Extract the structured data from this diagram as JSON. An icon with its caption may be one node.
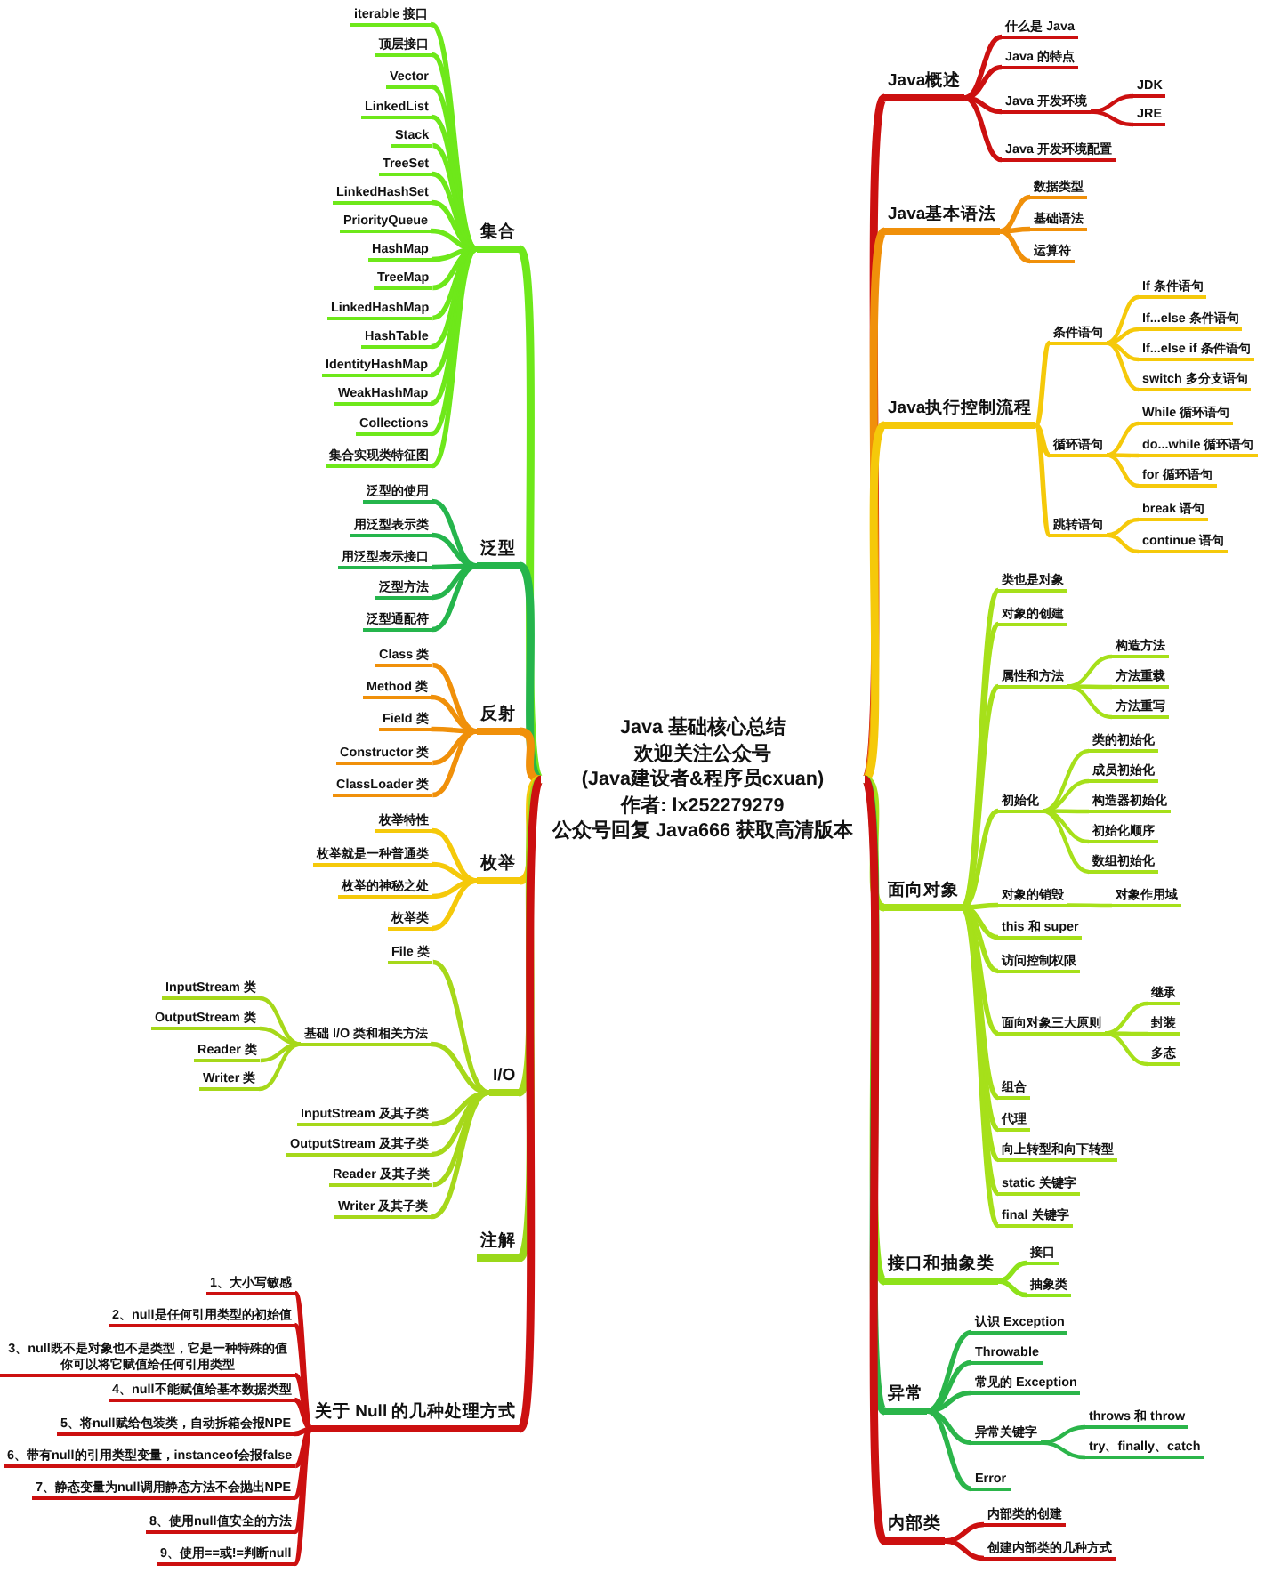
{
  "diagram": {
    "nodes": [
      {
        "text": [
          "Java 基础核心总结",
          "欢迎关注公众号",
          "(Java建设者&程序员cxuan)",
          "作者: lx252279279",
          "公众号回复 Java666 获取高清版本"
        ]
      },
      {
        "text": [
          "Java概述"
        ]
      },
      {
        "text": [
          "什么是 Java"
        ]
      },
      {
        "text": [
          "Java 的特点"
        ]
      },
      {
        "text": [
          "Java 开发环境"
        ]
      },
      {
        "text": [
          "JDK"
        ]
      },
      {
        "text": [
          "JRE"
        ]
      },
      {
        "text": [
          "Java 开发环境配置"
        ]
      },
      {
        "text": [
          "Java基本语法"
        ]
      },
      {
        "text": [
          "数据类型"
        ]
      },
      {
        "text": [
          "基础语法"
        ]
      },
      {
        "text": [
          "运算符"
        ]
      },
      {
        "text": [
          "Java执行控制流程"
        ]
      },
      {
        "text": [
          "条件语句"
        ]
      },
      {
        "text": [
          "If 条件语句"
        ]
      },
      {
        "text": [
          "If...else 条件语句"
        ]
      },
      {
        "text": [
          "If...else if 条件语句"
        ]
      },
      {
        "text": [
          "switch 多分支语句"
        ]
      },
      {
        "text": [
          "循环语句"
        ]
      },
      {
        "text": [
          "While 循环语句"
        ]
      },
      {
        "text": [
          "do...while 循环语句"
        ]
      },
      {
        "text": [
          "for 循环语句"
        ]
      },
      {
        "text": [
          "跳转语句"
        ]
      },
      {
        "text": [
          "break 语句"
        ]
      },
      {
        "text": [
          "continue 语句"
        ]
      },
      {
        "text": [
          "面向对象"
        ]
      },
      {
        "text": [
          "类也是对象"
        ]
      },
      {
        "text": [
          "对象的创建"
        ]
      },
      {
        "text": [
          "属性和方法"
        ]
      },
      {
        "text": [
          "构造方法"
        ]
      },
      {
        "text": [
          "方法重载"
        ]
      },
      {
        "text": [
          "方法重写"
        ]
      },
      {
        "text": [
          "初始化"
        ]
      },
      {
        "text": [
          "类的初始化"
        ]
      },
      {
        "text": [
          "成员初始化"
        ]
      },
      {
        "text": [
          "构造器初始化"
        ]
      },
      {
        "text": [
          "初始化顺序"
        ]
      },
      {
        "text": [
          "数组初始化"
        ]
      },
      {
        "text": [
          "对象的销毁"
        ]
      },
      {
        "text": [
          "对象作用域"
        ]
      },
      {
        "text": [
          "this 和 super"
        ]
      },
      {
        "text": [
          "访问控制权限"
        ]
      },
      {
        "text": [
          "面向对象三大原则"
        ]
      },
      {
        "text": [
          "继承"
        ]
      },
      {
        "text": [
          "封装"
        ]
      },
      {
        "text": [
          "多态"
        ]
      },
      {
        "text": [
          "组合"
        ]
      },
      {
        "text": [
          "代理"
        ]
      },
      {
        "text": [
          "向上转型和向下转型"
        ]
      },
      {
        "text": [
          "static 关键字"
        ]
      },
      {
        "text": [
          "final 关键字"
        ]
      },
      {
        "text": [
          "接口和抽象类"
        ]
      },
      {
        "text": [
          "接口"
        ]
      },
      {
        "text": [
          "抽象类"
        ]
      },
      {
        "text": [
          "异常"
        ]
      },
      {
        "text": [
          "认识 Exception"
        ]
      },
      {
        "text": [
          "Throwable"
        ]
      },
      {
        "text": [
          "常见的 Exception"
        ]
      },
      {
        "text": [
          "异常关键字"
        ]
      },
      {
        "text": [
          "throws 和 throw"
        ]
      },
      {
        "text": [
          "try、finally、catch"
        ]
      },
      {
        "text": [
          "Error"
        ]
      },
      {
        "text": [
          "内部类"
        ]
      },
      {
        "text": [
          "内部类的创建"
        ]
      },
      {
        "text": [
          "创建内部类的几种方式"
        ]
      },
      {
        "text": [
          "集合"
        ]
      },
      {
        "text": [
          "iterable 接口"
        ]
      },
      {
        "text": [
          "顶层接口"
        ]
      },
      {
        "text": [
          "Vector"
        ]
      },
      {
        "text": [
          "LinkedList"
        ]
      },
      {
        "text": [
          "Stack"
        ]
      },
      {
        "text": [
          "TreeSet"
        ]
      },
      {
        "text": [
          "LinkedHashSet"
        ]
      },
      {
        "text": [
          "PriorityQueue"
        ]
      },
      {
        "text": [
          "HashMap"
        ]
      },
      {
        "text": [
          "TreeMap"
        ]
      },
      {
        "text": [
          "LinkedHashMap"
        ]
      },
      {
        "text": [
          "HashTable"
        ]
      },
      {
        "text": [
          "IdentityHashMap"
        ]
      },
      {
        "text": [
          "WeakHashMap"
        ]
      },
      {
        "text": [
          "Collections"
        ]
      },
      {
        "text": [
          "集合实现类特征图"
        ]
      },
      {
        "text": [
          "泛型"
        ]
      },
      {
        "text": [
          "泛型的使用"
        ]
      },
      {
        "text": [
          "用泛型表示类"
        ]
      },
      {
        "text": [
          "用泛型表示接口"
        ]
      },
      {
        "text": [
          "泛型方法"
        ]
      },
      {
        "text": [
          "泛型通配符"
        ]
      },
      {
        "text": [
          "反射"
        ]
      },
      {
        "text": [
          "Class 类"
        ]
      },
      {
        "text": [
          "Method 类"
        ]
      },
      {
        "text": [
          "Field 类"
        ]
      },
      {
        "text": [
          "Constructor 类"
        ]
      },
      {
        "text": [
          "ClassLoader 类"
        ]
      },
      {
        "text": [
          "枚举"
        ]
      },
      {
        "text": [
          "枚举特性"
        ]
      },
      {
        "text": [
          "枚举就是一种普通类"
        ]
      },
      {
        "text": [
          "枚举的神秘之处"
        ]
      },
      {
        "text": [
          "枚举类"
        ]
      },
      {
        "text": [
          "I/O"
        ]
      },
      {
        "text": [
          "File 类"
        ]
      },
      {
        "text": [
          "基础 I/O 类和相关方法"
        ]
      },
      {
        "text": [
          "InputStream 类"
        ]
      },
      {
        "text": [
          "OutputStream 类"
        ]
      },
      {
        "text": [
          "Reader 类"
        ]
      },
      {
        "text": [
          "Writer 类"
        ]
      },
      {
        "text": [
          "InputStream 及其子类"
        ]
      },
      {
        "text": [
          "OutputStream 及其子类"
        ]
      },
      {
        "text": [
          "Reader 及其子类"
        ]
      },
      {
        "text": [
          "Writer 及其子类"
        ]
      },
      {
        "text": [
          "注解"
        ]
      },
      {
        "text": [
          "关于 Null 的几种处理方式"
        ]
      },
      {
        "text": [
          "1、大小写敏感"
        ]
      },
      {
        "text": [
          "2、null是任何引用类型的初始值"
        ]
      },
      {
        "text": [
          "3、null既不是对象也不是类型，它是一种特殊的值你可以将它赋值给任何引用类型"
        ]
      },
      {
        "text": [
          "4、null不能赋值给基本数据类型"
        ]
      },
      {
        "text": [
          "5、将null赋给包装类，自动拆箱会报NPE"
        ]
      },
      {
        "text": [
          "6、带有null的引用类型变量，instanceof会报false"
        ]
      },
      {
        "text": [
          "7、静态变量为null调用静态方法不会抛出NPE"
        ]
      },
      {
        "text": [
          "8、使用null值安全的方法"
        ]
      },
      {
        "text": [
          "9、使用==或!=判断null"
        ]
      }
    ],
    "edges": [
      {
        "from": 0,
        "to": 1,
        "arrow": "none",
        "color": "#cc1010"
      },
      {
        "from": 1,
        "to": 2,
        "arrow": "none",
        "color": "#cc1010"
      },
      {
        "from": 1,
        "to": 3,
        "arrow": "none",
        "color": "#cc1010"
      },
      {
        "from": 1,
        "to": 4,
        "arrow": "none",
        "color": "#cc1010"
      },
      {
        "from": 4,
        "to": 5,
        "arrow": "none",
        "color": "#cc1010"
      },
      {
        "from": 4,
        "to": 6,
        "arrow": "none",
        "color": "#cc1010"
      },
      {
        "from": 1,
        "to": 7,
        "arrow": "none",
        "color": "#cc1010"
      },
      {
        "from": 0,
        "to": 8,
        "arrow": "none",
        "color": "#f0900a"
      },
      {
        "from": 8,
        "to": 9,
        "arrow": "none",
        "color": "#f0900a"
      },
      {
        "from": 8,
        "to": 10,
        "arrow": "none",
        "color": "#f0900a"
      },
      {
        "from": 8,
        "to": 11,
        "arrow": "none",
        "color": "#f0900a"
      },
      {
        "from": 0,
        "to": 12,
        "arrow": "none",
        "color": "#f5c90a"
      },
      {
        "from": 12,
        "to": 13,
        "arrow": "none",
        "color": "#f5c90a"
      },
      {
        "from": 13,
        "to": 14,
        "arrow": "none",
        "color": "#f5c90a"
      },
      {
        "from": 13,
        "to": 15,
        "arrow": "none",
        "color": "#f5c90a"
      },
      {
        "from": 13,
        "to": 16,
        "arrow": "none",
        "color": "#f5c90a"
      },
      {
        "from": 13,
        "to": 17,
        "arrow": "none",
        "color": "#f5c90a"
      },
      {
        "from": 12,
        "to": 18,
        "arrow": "none",
        "color": "#f5c90a"
      },
      {
        "from": 18,
        "to": 19,
        "arrow": "none",
        "color": "#f5c90a"
      },
      {
        "from": 18,
        "to": 20,
        "arrow": "none",
        "color": "#f5c90a"
      },
      {
        "from": 18,
        "to": 21,
        "arrow": "none",
        "color": "#f5c90a"
      },
      {
        "from": 12,
        "to": 22,
        "arrow": "none",
        "color": "#f5c90a"
      },
      {
        "from": 22,
        "to": 23,
        "arrow": "none",
        "color": "#f5c90a"
      },
      {
        "from": 22,
        "to": 24,
        "arrow": "none",
        "color": "#f5c90a"
      },
      {
        "from": 0,
        "to": 25,
        "arrow": "none",
        "color": "#a6e01a"
      },
      {
        "from": 25,
        "to": 26,
        "arrow": "none",
        "color": "#a6e01a"
      },
      {
        "from": 25,
        "to": 27,
        "arrow": "none",
        "color": "#a6e01a"
      },
      {
        "from": 25,
        "to": 28,
        "arrow": "none",
        "color": "#a6e01a"
      },
      {
        "from": 28,
        "to": 29,
        "arrow": "none",
        "color": "#a6e01a"
      },
      {
        "from": 28,
        "to": 30,
        "arrow": "none",
        "color": "#a6e01a"
      },
      {
        "from": 28,
        "to": 31,
        "arrow": "none",
        "color": "#a6e01a"
      },
      {
        "from": 25,
        "to": 32,
        "arrow": "none",
        "color": "#a6e01a"
      },
      {
        "from": 32,
        "to": 33,
        "arrow": "none",
        "color": "#a6e01a"
      },
      {
        "from": 32,
        "to": 34,
        "arrow": "none",
        "color": "#a6e01a"
      },
      {
        "from": 32,
        "to": 35,
        "arrow": "none",
        "color": "#a6e01a"
      },
      {
        "from": 32,
        "to": 36,
        "arrow": "none",
        "color": "#a6e01a"
      },
      {
        "from": 32,
        "to": 37,
        "arrow": "none",
        "color": "#a6e01a"
      },
      {
        "from": 25,
        "to": 38,
        "arrow": "none",
        "color": "#a6e01a"
      },
      {
        "from": 38,
        "to": 39,
        "arrow": "none",
        "color": "#a6e01a"
      },
      {
        "from": 25,
        "to": 40,
        "arrow": "none",
        "color": "#a6e01a"
      },
      {
        "from": 25,
        "to": 41,
        "arrow": "none",
        "color": "#a6e01a"
      },
      {
        "from": 25,
        "to": 42,
        "arrow": "none",
        "color": "#a6e01a"
      },
      {
        "from": 42,
        "to": 43,
        "arrow": "none",
        "color": "#a6e01a"
      },
      {
        "from": 42,
        "to": 44,
        "arrow": "none",
        "color": "#a6e01a"
      },
      {
        "from": 42,
        "to": 45,
        "arrow": "none",
        "color": "#a6e01a"
      },
      {
        "from": 25,
        "to": 46,
        "arrow": "none",
        "color": "#a6e01a"
      },
      {
        "from": 25,
        "to": 47,
        "arrow": "none",
        "color": "#a6e01a"
      },
      {
        "from": 25,
        "to": 48,
        "arrow": "none",
        "color": "#a6e01a"
      },
      {
        "from": 25,
        "to": 49,
        "arrow": "none",
        "color": "#a6e01a"
      },
      {
        "from": 25,
        "to": 50,
        "arrow": "none",
        "color": "#a6e01a"
      },
      {
        "from": 0,
        "to": 51,
        "arrow": "none",
        "color": "#8ee21a"
      },
      {
        "from": 51,
        "to": 52,
        "arrow": "none",
        "color": "#8ee21a"
      },
      {
        "from": 51,
        "to": 53,
        "arrow": "none",
        "color": "#8ee21a"
      },
      {
        "from": 0,
        "to": 54,
        "arrow": "none",
        "color": "#2bb54a"
      },
      {
        "from": 54,
        "to": 55,
        "arrow": "none",
        "color": "#2bb54a"
      },
      {
        "from": 54,
        "to": 56,
        "arrow": "none",
        "color": "#2bb54a"
      },
      {
        "from": 54,
        "to": 57,
        "arrow": "none",
        "color": "#2bb54a"
      },
      {
        "from": 54,
        "to": 58,
        "arrow": "none",
        "color": "#2bb54a"
      },
      {
        "from": 58,
        "to": 59,
        "arrow": "none",
        "color": "#2bb54a"
      },
      {
        "from": 58,
        "to": 60,
        "arrow": "none",
        "color": "#2bb54a"
      },
      {
        "from": 54,
        "to": 61,
        "arrow": "none",
        "color": "#2bb54a"
      },
      {
        "from": 0,
        "to": 62,
        "arrow": "none",
        "color": "#cc1010"
      },
      {
        "from": 62,
        "to": 63,
        "arrow": "none",
        "color": "#cc1010"
      },
      {
        "from": 62,
        "to": 64,
        "arrow": "none",
        "color": "#cc1010"
      },
      {
        "from": 0,
        "to": 65,
        "arrow": "none",
        "color": "#6ee81a"
      },
      {
        "from": 65,
        "to": 66,
        "arrow": "none",
        "color": "#6ee81a"
      },
      {
        "from": 65,
        "to": 67,
        "arrow": "none",
        "color": "#6ee81a"
      },
      {
        "from": 65,
        "to": 68,
        "arrow": "none",
        "color": "#6ee81a"
      },
      {
        "from": 65,
        "to": 69,
        "arrow": "none",
        "color": "#6ee81a"
      },
      {
        "from": 65,
        "to": 70,
        "arrow": "none",
        "color": "#6ee81a"
      },
      {
        "from": 65,
        "to": 71,
        "arrow": "none",
        "color": "#6ee81a"
      },
      {
        "from": 65,
        "to": 72,
        "arrow": "none",
        "color": "#6ee81a"
      },
      {
        "from": 65,
        "to": 73,
        "arrow": "none",
        "color": "#6ee81a"
      },
      {
        "from": 65,
        "to": 74,
        "arrow": "none",
        "color": "#6ee81a"
      },
      {
        "from": 65,
        "to": 75,
        "arrow": "none",
        "color": "#6ee81a"
      },
      {
        "from": 65,
        "to": 76,
        "arrow": "none",
        "color": "#6ee81a"
      },
      {
        "from": 65,
        "to": 77,
        "arrow": "none",
        "color": "#6ee81a"
      },
      {
        "from": 65,
        "to": 78,
        "arrow": "none",
        "color": "#6ee81a"
      },
      {
        "from": 65,
        "to": 79,
        "arrow": "none",
        "color": "#6ee81a"
      },
      {
        "from": 65,
        "to": 80,
        "arrow": "none",
        "color": "#6ee81a"
      },
      {
        "from": 65,
        "to": 81,
        "arrow": "none",
        "color": "#6ee81a"
      },
      {
        "from": 0,
        "to": 82,
        "arrow": "none",
        "color": "#25b54c"
      },
      {
        "from": 82,
        "to": 83,
        "arrow": "none",
        "color": "#25b54c"
      },
      {
        "from": 82,
        "to": 84,
        "arrow": "none",
        "color": "#25b54c"
      },
      {
        "from": 82,
        "to": 85,
        "arrow": "none",
        "color": "#25b54c"
      },
      {
        "from": 82,
        "to": 86,
        "arrow": "none",
        "color": "#25b54c"
      },
      {
        "from": 82,
        "to": 87,
        "arrow": "none",
        "color": "#25b54c"
      },
      {
        "from": 0,
        "to": 88,
        "arrow": "none",
        "color": "#f0900a"
      },
      {
        "from": 88,
        "to": 89,
        "arrow": "none",
        "color": "#f0900a"
      },
      {
        "from": 88,
        "to": 90,
        "arrow": "none",
        "color": "#f0900a"
      },
      {
        "from": 88,
        "to": 91,
        "arrow": "none",
        "color": "#f0900a"
      },
      {
        "from": 88,
        "to": 92,
        "arrow": "none",
        "color": "#f0900a"
      },
      {
        "from": 88,
        "to": 93,
        "arrow": "none",
        "color": "#f0900a"
      },
      {
        "from": 0,
        "to": 94,
        "arrow": "none",
        "color": "#f5c90a"
      },
      {
        "from": 94,
        "to": 95,
        "arrow": "none",
        "color": "#f5c90a"
      },
      {
        "from": 94,
        "to": 96,
        "arrow": "none",
        "color": "#f5c90a"
      },
      {
        "from": 94,
        "to": 97,
        "arrow": "none",
        "color": "#f5c90a"
      },
      {
        "from": 94,
        "to": 98,
        "arrow": "none",
        "color": "#f5c90a"
      },
      {
        "from": 0,
        "to": 99,
        "arrow": "none",
        "color": "#a6d81a"
      },
      {
        "from": 99,
        "to": 100,
        "arrow": "none",
        "color": "#a6d81a"
      },
      {
        "from": 99,
        "to": 101,
        "arrow": "none",
        "color": "#a6d81a"
      },
      {
        "from": 101,
        "to": 102,
        "arrow": "none",
        "color": "#a6d81a"
      },
      {
        "from": 101,
        "to": 103,
        "arrow": "none",
        "color": "#a6d81a"
      },
      {
        "from": 101,
        "to": 104,
        "arrow": "none",
        "color": "#a6d81a"
      },
      {
        "from": 101,
        "to": 105,
        "arrow": "none",
        "color": "#a6d81a"
      },
      {
        "from": 99,
        "to": 106,
        "arrow": "none",
        "color": "#a6d81a"
      },
      {
        "from": 99,
        "to": 107,
        "arrow": "none",
        "color": "#a6d81a"
      },
      {
        "from": 99,
        "to": 108,
        "arrow": "none",
        "color": "#a6d81a"
      },
      {
        "from": 99,
        "to": 109,
        "arrow": "none",
        "color": "#a6d81a"
      },
      {
        "from": 0,
        "to": 110,
        "arrow": "none",
        "color": "#9ad81a"
      },
      {
        "from": 0,
        "to": 111,
        "arrow": "none",
        "color": "#cc1010"
      },
      {
        "from": 111,
        "to": 112,
        "arrow": "none",
        "color": "#cc1010"
      },
      {
        "from": 111,
        "to": 113,
        "arrow": "none",
        "color": "#cc1010"
      },
      {
        "from": 111,
        "to": 114,
        "arrow": "none",
        "color": "#cc1010"
      },
      {
        "from": 111,
        "to": 115,
        "arrow": "none",
        "color": "#cc1010"
      },
      {
        "from": 111,
        "to": 116,
        "arrow": "none",
        "color": "#cc1010"
      },
      {
        "from": 111,
        "to": 117,
        "arrow": "none",
        "color": "#cc1010"
      },
      {
        "from": 111,
        "to": 118,
        "arrow": "none",
        "color": "#cc1010"
      },
      {
        "from": 111,
        "to": 119,
        "arrow": "none",
        "color": "#cc1010"
      },
      {
        "from": 111,
        "to": 120,
        "arrow": "none",
        "color": "#cc1010"
      }
    ]
  }
}
